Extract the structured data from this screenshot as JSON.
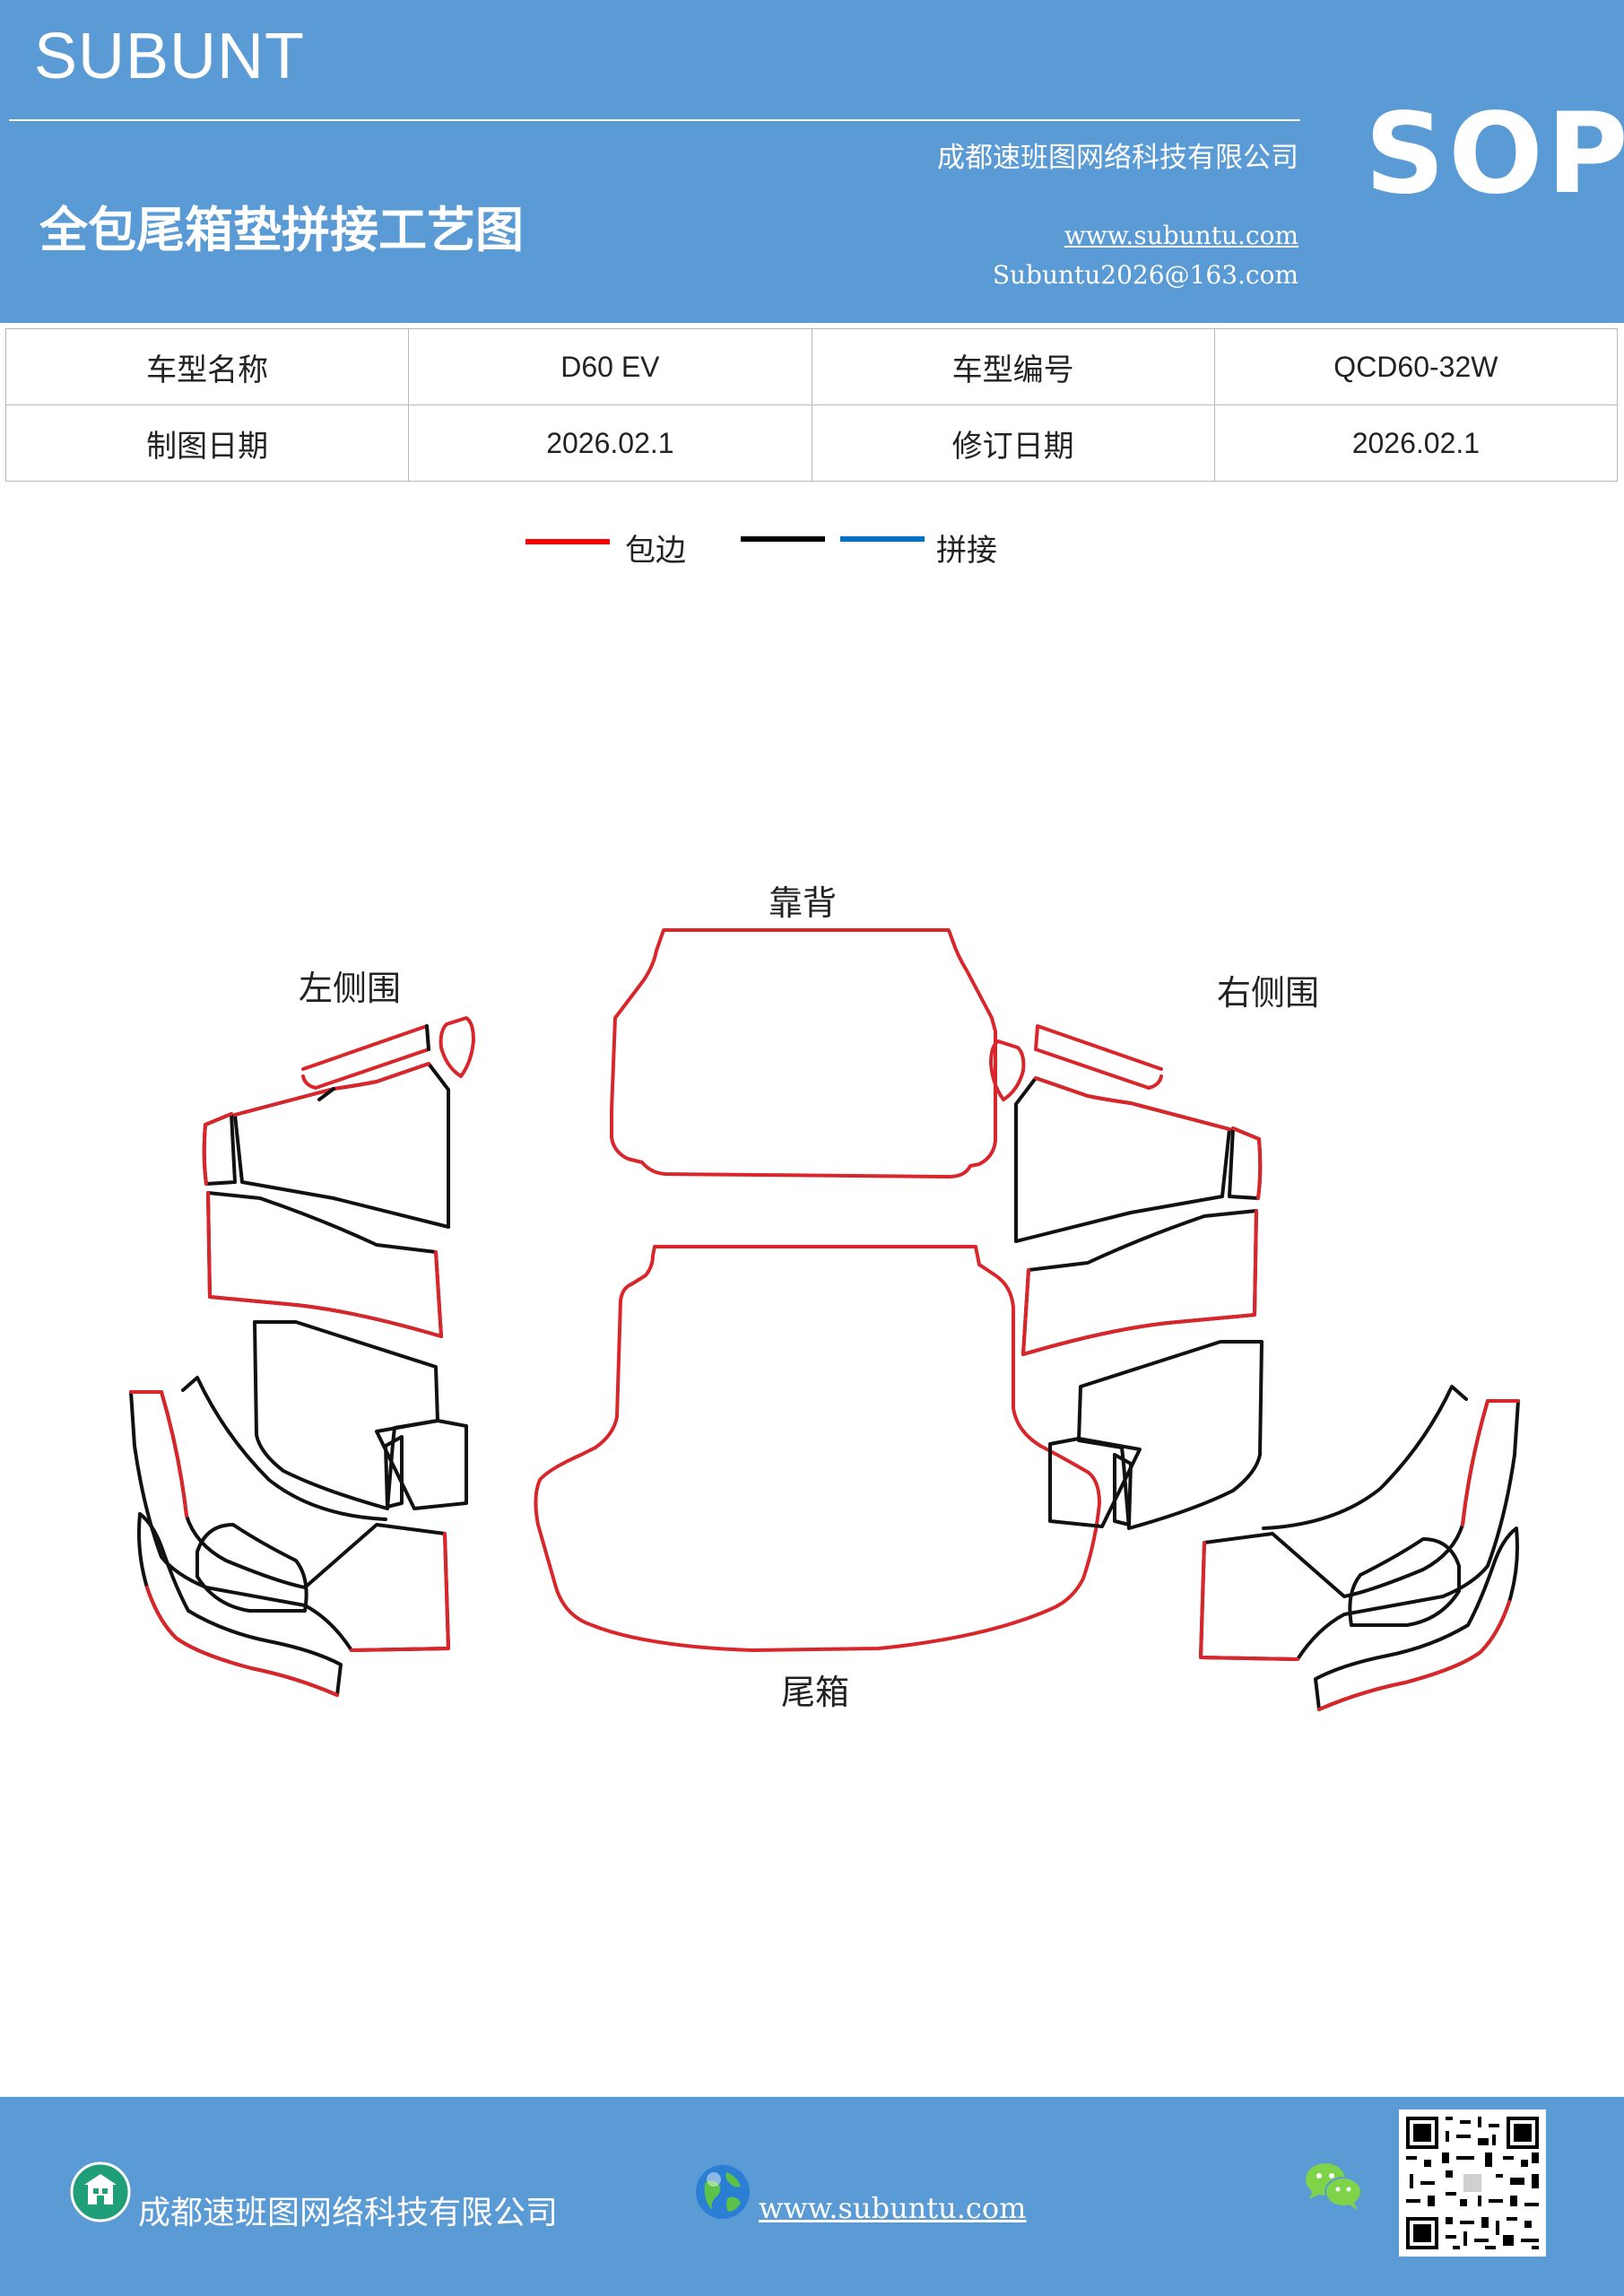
{
  "header": {
    "brand": "SUBUNT",
    "title": "全包尾箱垫拼接工艺图",
    "company": "成都速班图网络科技有限公司",
    "website": "www.subuntu.com",
    "email": "Subuntu2026@163.com",
    "badge": "SOP"
  },
  "info_table": {
    "rows": [
      [
        "车型名称",
        "D60  EV",
        "车型编号",
        "QCD60-32W"
      ],
      [
        "制图日期",
        "2026.02.1",
        "修订日期",
        "2026.02.1"
      ]
    ]
  },
  "legend": {
    "items": [
      {
        "label": "包边",
        "color": "#ff0000"
      },
      {
        "label": "拼接",
        "colors": [
          "#000000",
          "#0070c0"
        ]
      }
    ]
  },
  "diagram": {
    "labels": {
      "left_side": "左侧围",
      "backrest": "靠背",
      "right_side": "右侧围",
      "trunk": "尾箱"
    },
    "colors": {
      "edge": "#d9262b",
      "seam": "#111111"
    }
  },
  "footer": {
    "company": "成都速班图网络科技有限公司",
    "website": "www.subuntu.com ",
    "icons": [
      "building-icon",
      "globe-icon",
      "wechat-icon",
      "qr-code"
    ]
  }
}
